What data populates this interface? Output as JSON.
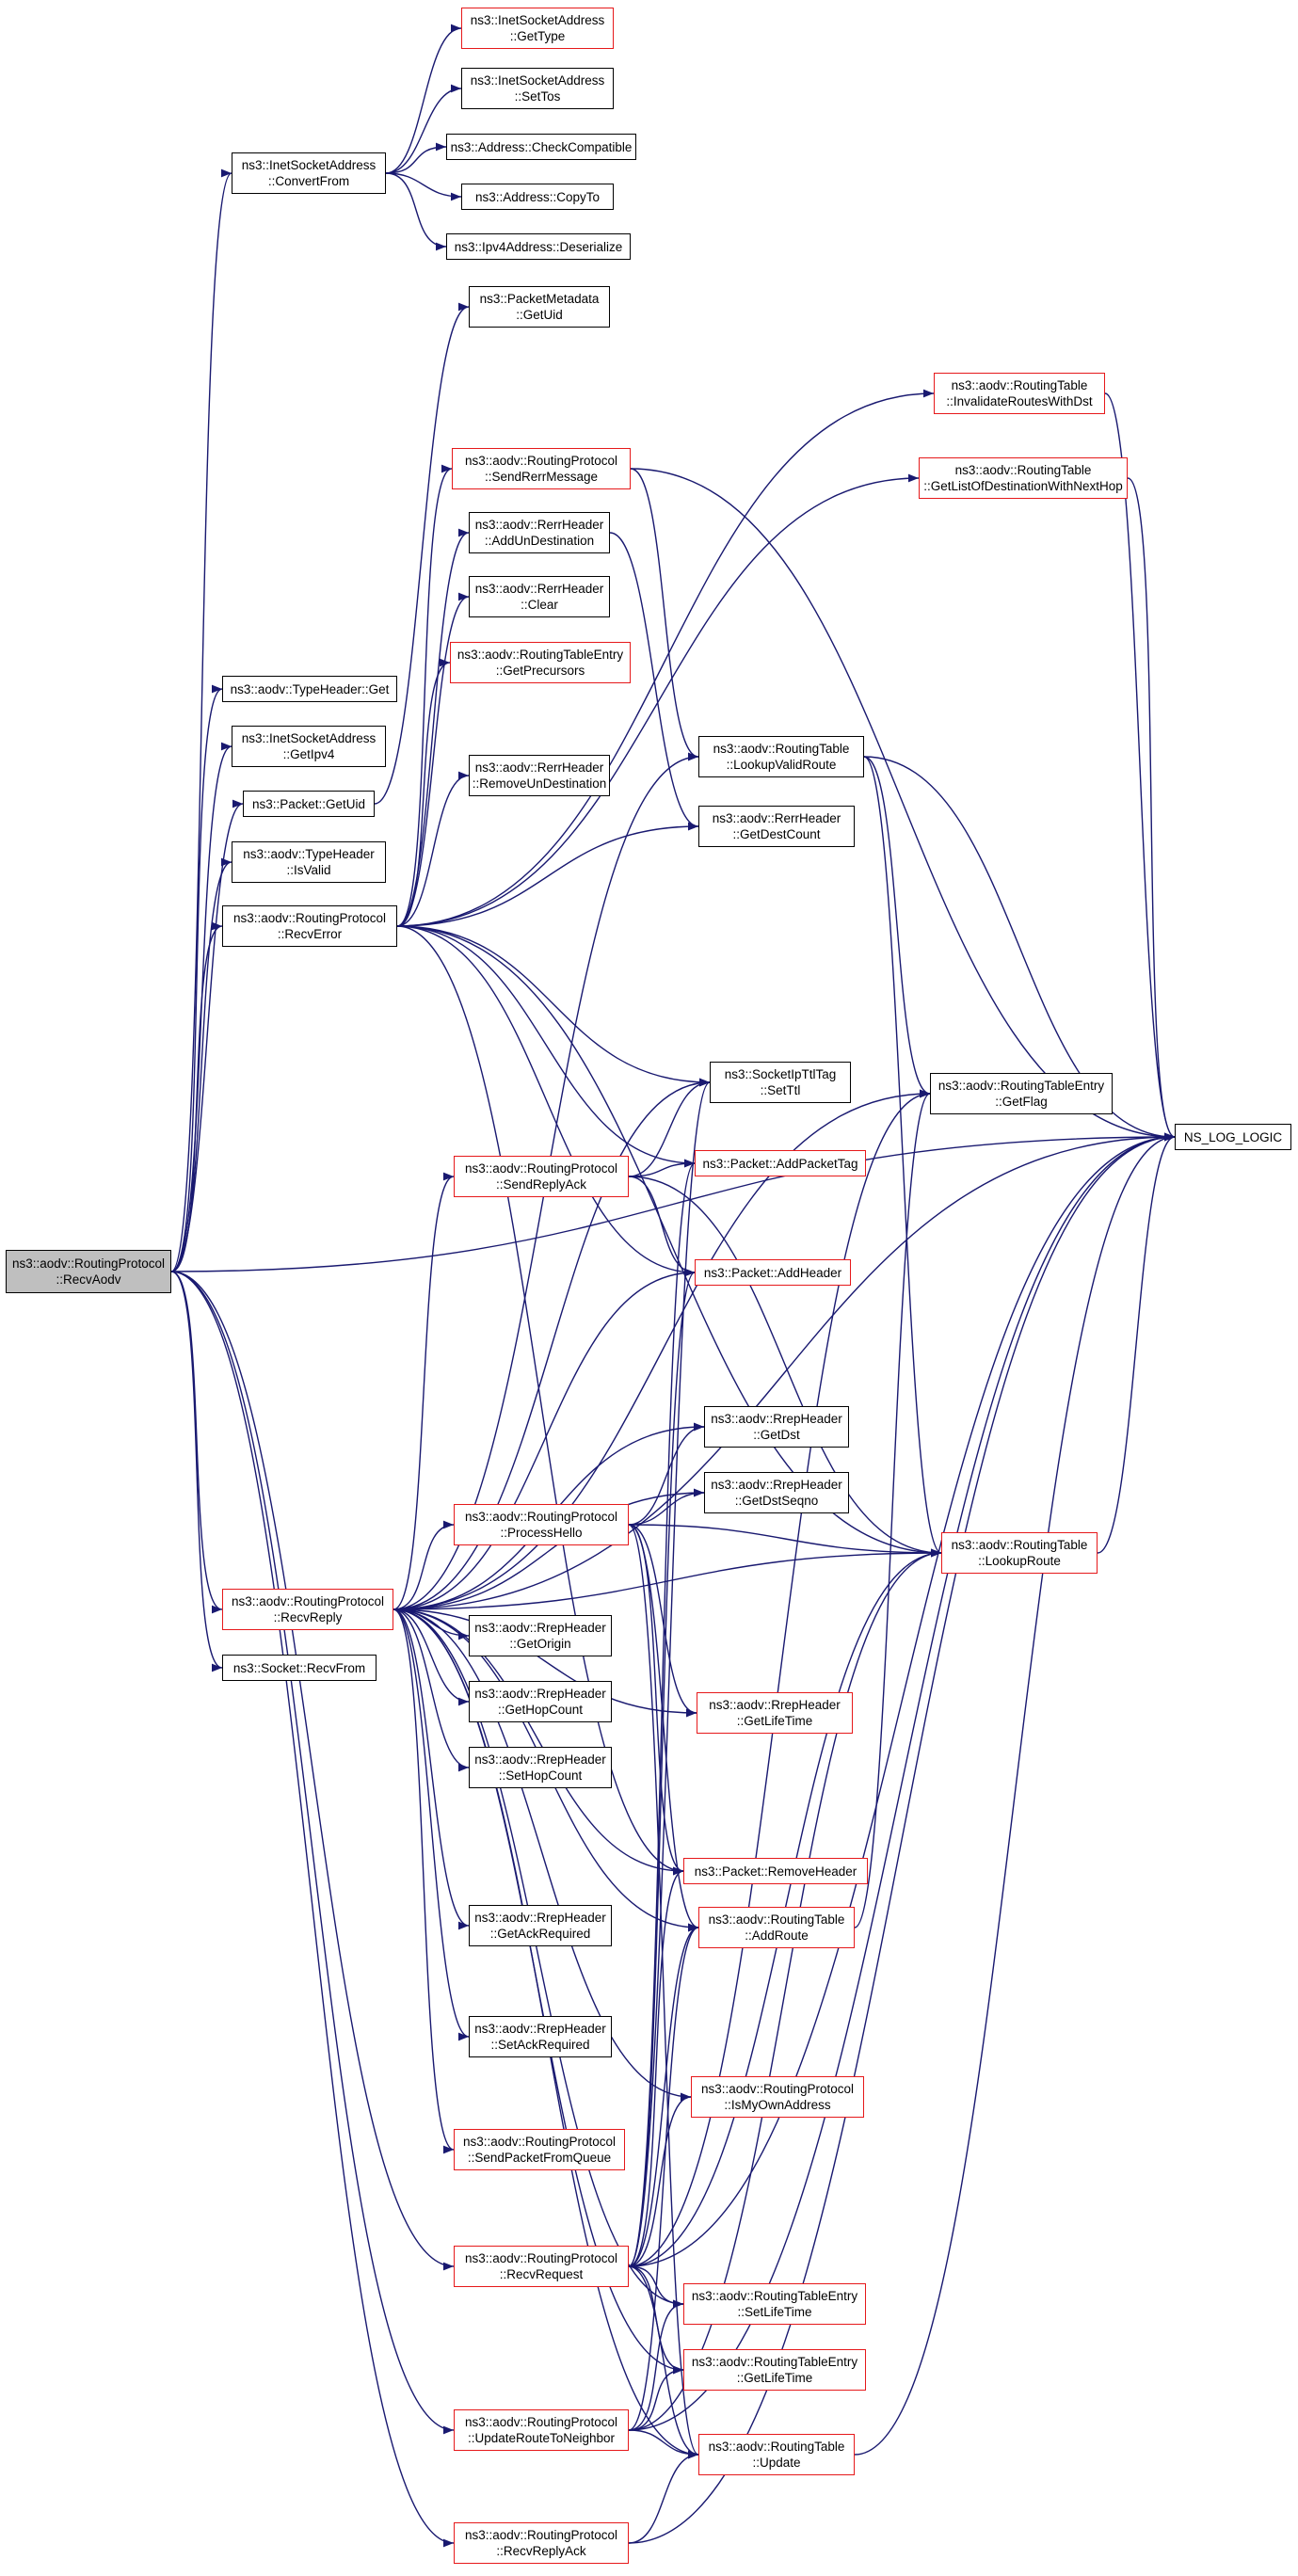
{
  "diagram": {
    "colors": {
      "edge": "#191970",
      "red_border": "#e6191b",
      "black_border": "#000000",
      "root_fill": "#bfbfbf",
      "node_fill": "#ffffff"
    },
    "nodes": [
      {
        "id": "recvaodv",
        "lines": [
          "ns3::aodv::RoutingProtocol",
          "::RecvAodv"
        ],
        "red": false,
        "root": true
      },
      {
        "id": "convertfrom",
        "lines": [
          "ns3::InetSocketAddress",
          "::ConvertFrom"
        ],
        "red": false
      },
      {
        "id": "isa_gettype",
        "lines": [
          "ns3::InetSocketAddress",
          "::GetType"
        ],
        "red": true
      },
      {
        "id": "isa_settos",
        "lines": [
          "ns3::InetSocketAddress",
          "::SetTos"
        ],
        "red": false
      },
      {
        "id": "addr_checkcompat",
        "lines": [
          "ns3::Address::CheckCompatible"
        ],
        "red": false
      },
      {
        "id": "addr_copyto",
        "lines": [
          "ns3::Address::CopyTo"
        ],
        "red": false
      },
      {
        "id": "ipv4_deserialize",
        "lines": [
          "ns3::Ipv4Address::Deserialize"
        ],
        "red": false
      },
      {
        "id": "pm_getuid",
        "lines": [
          "ns3::PacketMetadata",
          "::GetUid"
        ],
        "red": false
      },
      {
        "id": "rt_invalidate",
        "lines": [
          "ns3::aodv::RoutingTable",
          "::InvalidateRoutesWithDst"
        ],
        "red": true
      },
      {
        "id": "rt_getlist",
        "lines": [
          "ns3::aodv::RoutingTable",
          "::GetListOfDestinationWithNextHop"
        ],
        "red": true
      },
      {
        "id": "rp_sendrerr",
        "lines": [
          "ns3::aodv::RoutingProtocol",
          "::SendRerrMessage"
        ],
        "red": true
      },
      {
        "id": "rerr_addun",
        "lines": [
          "ns3::aodv::RerrHeader",
          "::AddUnDestination"
        ],
        "red": false
      },
      {
        "id": "rerr_clear",
        "lines": [
          "ns3::aodv::RerrHeader",
          "::Clear"
        ],
        "red": false
      },
      {
        "id": "rte_getprec",
        "lines": [
          "ns3::aodv::RoutingTableEntry",
          "::GetPrecursors"
        ],
        "red": true
      },
      {
        "id": "th_get",
        "lines": [
          "ns3::aodv::TypeHeader::Get"
        ],
        "red": false
      },
      {
        "id": "isa_getipv4",
        "lines": [
          "ns3::InetSocketAddress",
          "::GetIpv4"
        ],
        "red": false
      },
      {
        "id": "rerr_removeun",
        "lines": [
          "ns3::aodv::RerrHeader",
          "::RemoveUnDestination"
        ],
        "red": false
      },
      {
        "id": "rt_lookupvalid",
        "lines": [
          "ns3::aodv::RoutingTable",
          "::LookupValidRoute"
        ],
        "red": false
      },
      {
        "id": "pkt_getuid",
        "lines": [
          "ns3::Packet::GetUid"
        ],
        "red": false
      },
      {
        "id": "rerr_getdestcount",
        "lines": [
          "ns3::aodv::RerrHeader",
          "::GetDestCount"
        ],
        "red": false
      },
      {
        "id": "th_isvalid",
        "lines": [
          "ns3::aodv::TypeHeader",
          "::IsValid"
        ],
        "red": false
      },
      {
        "id": "rp_recverror",
        "lines": [
          "ns3::aodv::RoutingProtocol",
          "::RecvError"
        ],
        "red": false
      },
      {
        "id": "sockipttl_setttl",
        "lines": [
          "ns3::SocketIpTtlTag",
          "::SetTtl"
        ],
        "red": false
      },
      {
        "id": "rte_getflag",
        "lines": [
          "ns3::aodv::RoutingTableEntry",
          "::GetFlag"
        ],
        "red": false
      },
      {
        "id": "ns_log_logic",
        "lines": [
          "NS_LOG_LOGIC"
        ],
        "red": false
      },
      {
        "id": "rp_sendreplyack",
        "lines": [
          "ns3::aodv::RoutingProtocol",
          "::SendReplyAck"
        ],
        "red": true
      },
      {
        "id": "pkt_addpackettag",
        "lines": [
          "ns3::Packet::AddPacketTag"
        ],
        "red": true
      },
      {
        "id": "pkt_addheader",
        "lines": [
          "ns3::Packet::AddHeader"
        ],
        "red": true
      },
      {
        "id": "rrep_getdst",
        "lines": [
          "ns3::aodv::RrepHeader",
          "::GetDst"
        ],
        "red": false
      },
      {
        "id": "rrep_getdstseqno",
        "lines": [
          "ns3::aodv::RrepHeader",
          "::GetDstSeqno"
        ],
        "red": false
      },
      {
        "id": "rp_processhello",
        "lines": [
          "ns3::aodv::RoutingProtocol",
          "::ProcessHello"
        ],
        "red": true
      },
      {
        "id": "rt_lookuproute",
        "lines": [
          "ns3::aodv::RoutingTable",
          "::LookupRoute"
        ],
        "red": true
      },
      {
        "id": "rp_recvreply",
        "lines": [
          "ns3::aodv::RoutingProtocol",
          "::RecvReply"
        ],
        "red": true
      },
      {
        "id": "rrep_getorigin",
        "lines": [
          "ns3::aodv::RrepHeader",
          "::GetOrigin"
        ],
        "red": false
      },
      {
        "id": "socket_recvfrom",
        "lines": [
          "ns3::Socket::RecvFrom"
        ],
        "red": false
      },
      {
        "id": "rrep_gethopcount",
        "lines": [
          "ns3::aodv::RrepHeader",
          "::GetHopCount"
        ],
        "red": false
      },
      {
        "id": "rrep_getlifetime",
        "lines": [
          "ns3::aodv::RrepHeader",
          "::GetLifeTime"
        ],
        "red": true
      },
      {
        "id": "rrep_sethopcount",
        "lines": [
          "ns3::aodv::RrepHeader",
          "::SetHopCount"
        ],
        "red": false
      },
      {
        "id": "pkt_removeheader",
        "lines": [
          "ns3::Packet::RemoveHeader"
        ],
        "red": true
      },
      {
        "id": "rrep_getackreq",
        "lines": [
          "ns3::aodv::RrepHeader",
          "::GetAckRequired"
        ],
        "red": false
      },
      {
        "id": "rt_addroute",
        "lines": [
          "ns3::aodv::RoutingTable",
          "::AddRoute"
        ],
        "red": true
      },
      {
        "id": "rrep_setackreq",
        "lines": [
          "ns3::aodv::RrepHeader",
          "::SetAckRequired"
        ],
        "red": false
      },
      {
        "id": "rp_ismyown",
        "lines": [
          "ns3::aodv::RoutingProtocol",
          "::IsMyOwnAddress"
        ],
        "red": true
      },
      {
        "id": "rp_sendfromqueue",
        "lines": [
          "ns3::aodv::RoutingProtocol",
          "::SendPacketFromQueue"
        ],
        "red": true
      },
      {
        "id": "rp_recvrequest",
        "lines": [
          "ns3::aodv::RoutingProtocol",
          "::RecvRequest"
        ],
        "red": true
      },
      {
        "id": "rte_setlifetime",
        "lines": [
          "ns3::aodv::RoutingTableEntry",
          "::SetLifeTime"
        ],
        "red": true
      },
      {
        "id": "rte_getlifetime",
        "lines": [
          "ns3::aodv::RoutingTableEntry",
          "::GetLifeTime"
        ],
        "red": true
      },
      {
        "id": "rp_updateroute",
        "lines": [
          "ns3::aodv::RoutingProtocol",
          "::UpdateRouteToNeighbor"
        ],
        "red": true
      },
      {
        "id": "rt_update",
        "lines": [
          "ns3::aodv::RoutingTable",
          "::Update"
        ],
        "red": true
      },
      {
        "id": "rp_recvreplyack",
        "lines": [
          "ns3::aodv::RoutingProtocol",
          "::RecvReplyAck"
        ],
        "red": true
      }
    ],
    "edges": [
      [
        "recvaodv",
        "convertfrom"
      ],
      [
        "recvaodv",
        "th_get"
      ],
      [
        "recvaodv",
        "isa_getipv4"
      ],
      [
        "recvaodv",
        "pkt_getuid"
      ],
      [
        "recvaodv",
        "th_isvalid"
      ],
      [
        "recvaodv",
        "rp_recverror"
      ],
      [
        "recvaodv",
        "rp_recvreply"
      ],
      [
        "recvaodv",
        "socket_recvfrom"
      ],
      [
        "recvaodv",
        "rp_recvrequest"
      ],
      [
        "recvaodv",
        "rp_updateroute"
      ],
      [
        "recvaodv",
        "rp_recvreplyack"
      ],
      [
        "recvaodv",
        "ns_log_logic"
      ],
      [
        "convertfrom",
        "isa_gettype"
      ],
      [
        "convertfrom",
        "isa_settos"
      ],
      [
        "convertfrom",
        "addr_checkcompat"
      ],
      [
        "convertfrom",
        "addr_copyto"
      ],
      [
        "convertfrom",
        "ipv4_deserialize"
      ],
      [
        "pkt_getuid",
        "pm_getuid"
      ],
      [
        "rp_recverror",
        "rt_invalidate"
      ],
      [
        "rp_recverror",
        "rt_getlist"
      ],
      [
        "rp_recverror",
        "rp_sendrerr"
      ],
      [
        "rp_recverror",
        "rerr_addun"
      ],
      [
        "rp_recverror",
        "rerr_clear"
      ],
      [
        "rp_recverror",
        "rte_getprec"
      ],
      [
        "rp_recverror",
        "rerr_removeun"
      ],
      [
        "rp_recverror",
        "rerr_getdestcount"
      ],
      [
        "rp_recverror",
        "sockipttl_setttl"
      ],
      [
        "rp_recverror",
        "pkt_addpackettag"
      ],
      [
        "rp_recverror",
        "pkt_addheader"
      ],
      [
        "rp_recverror",
        "rt_lookuproute"
      ],
      [
        "rp_recverror",
        "pkt_removeheader"
      ],
      [
        "rp_sendrerr",
        "rt_lookupvalid"
      ],
      [
        "rp_sendrerr",
        "ns_log_logic"
      ],
      [
        "rerr_addun",
        "rerr_getdestcount"
      ],
      [
        "rt_invalidate",
        "ns_log_logic"
      ],
      [
        "rt_getlist",
        "ns_log_logic"
      ],
      [
        "rt_lookupvalid",
        "rte_getflag"
      ],
      [
        "rt_lookupvalid",
        "rt_lookuproute"
      ],
      [
        "rt_lookupvalid",
        "ns_log_logic"
      ],
      [
        "rp_sendreplyack",
        "sockipttl_setttl"
      ],
      [
        "rp_sendreplyack",
        "pkt_addpackettag"
      ],
      [
        "rp_sendreplyack",
        "pkt_addheader"
      ],
      [
        "rp_sendreplyack",
        "rt_lookuproute"
      ],
      [
        "rp_processhello",
        "rrep_getdst"
      ],
      [
        "rp_processhello",
        "rrep_getdstseqno"
      ],
      [
        "rp_processhello",
        "rt_lookuproute"
      ],
      [
        "rp_processhello",
        "rrep_getlifetime"
      ],
      [
        "rp_processhello",
        "pkt_removeheader"
      ],
      [
        "rp_processhello",
        "rt_addroute"
      ],
      [
        "rp_processhello",
        "rt_update"
      ],
      [
        "rt_lookuproute",
        "ns_log_logic"
      ],
      [
        "rp_recvreply",
        "rt_lookupvalid"
      ],
      [
        "rp_recvreply",
        "sockipttl_setttl"
      ],
      [
        "rp_recvreply",
        "rte_getflag"
      ],
      [
        "rp_recvreply",
        "rp_sendreplyack"
      ],
      [
        "rp_recvreply",
        "pkt_addheader"
      ],
      [
        "rp_recvreply",
        "rrep_getdst"
      ],
      [
        "rp_recvreply",
        "rrep_getdstseqno"
      ],
      [
        "rp_recvreply",
        "rp_processhello"
      ],
      [
        "rp_recvreply",
        "rrep_getorigin"
      ],
      [
        "rp_recvreply",
        "rrep_gethopcount"
      ],
      [
        "rp_recvreply",
        "rrep_sethopcount"
      ],
      [
        "rp_recvreply",
        "rrep_getlifetime"
      ],
      [
        "rp_recvreply",
        "pkt_removeheader"
      ],
      [
        "rp_recvreply",
        "rrep_getackreq"
      ],
      [
        "rp_recvreply",
        "rt_addroute"
      ],
      [
        "rp_recvreply",
        "rrep_setackreq"
      ],
      [
        "rp_recvreply",
        "rp_ismyown"
      ],
      [
        "rp_recvreply",
        "rp_sendfromqueue"
      ],
      [
        "rp_recvreply",
        "rt_lookuproute"
      ],
      [
        "rp_recvreply",
        "rte_setlifetime"
      ],
      [
        "rp_recvreply",
        "rte_getlifetime"
      ],
      [
        "rp_recvreply",
        "rt_update"
      ],
      [
        "rp_recvreply",
        "ns_log_logic"
      ],
      [
        "rt_addroute",
        "rte_getflag"
      ],
      [
        "rp_recvrequest",
        "rte_getflag"
      ],
      [
        "rp_recvrequest",
        "pkt_addpackettag"
      ],
      [
        "rp_recvrequest",
        "pkt_addheader"
      ],
      [
        "rp_recvrequest",
        "pkt_removeheader"
      ],
      [
        "rp_recvrequest",
        "rt_addroute"
      ],
      [
        "rp_recvrequest",
        "rp_ismyown"
      ],
      [
        "rp_recvrequest",
        "rt_lookuproute"
      ],
      [
        "rp_recvrequest",
        "rte_setlifetime"
      ],
      [
        "rp_recvrequest",
        "rte_getlifetime"
      ],
      [
        "rp_recvrequest",
        "rt_update"
      ],
      [
        "rp_recvrequest",
        "sockipttl_setttl"
      ],
      [
        "rp_recvrequest",
        "ns_log_logic"
      ],
      [
        "rp_updateroute",
        "rte_getlifetime"
      ],
      [
        "rp_updateroute",
        "rte_setlifetime"
      ],
      [
        "rp_updateroute",
        "rt_update"
      ],
      [
        "rp_updateroute",
        "rt_lookuproute"
      ],
      [
        "rp_updateroute",
        "rt_addroute"
      ],
      [
        "rp_updateroute",
        "ns_log_logic"
      ],
      [
        "rp_recvreplyack",
        "rt_update"
      ],
      [
        "rp_recvreplyack",
        "ns_log_logic"
      ],
      [
        "rt_update",
        "ns_log_logic"
      ]
    ]
  }
}
